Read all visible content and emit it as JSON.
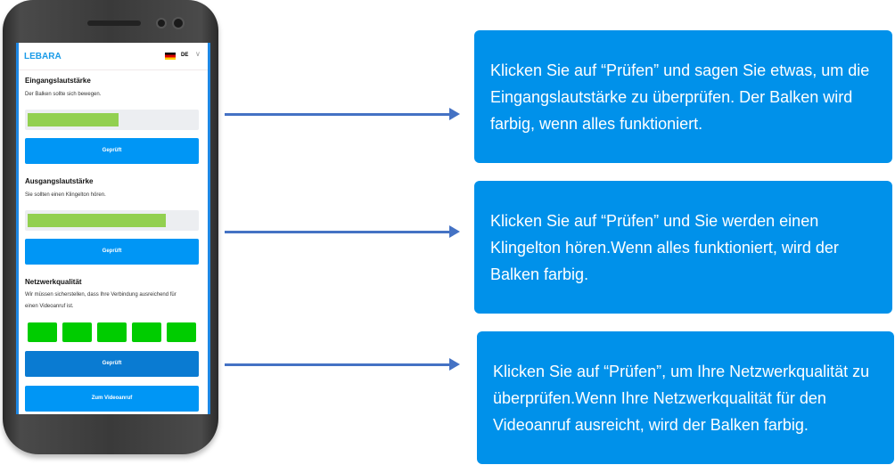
{
  "app": {
    "logo": "LEBARA",
    "language": "DE"
  },
  "input": {
    "title": "Eingangslautstärke",
    "subtitle": "Der Balken sollte sich bewegen.",
    "level_percent": 54,
    "button": "Geprüft"
  },
  "output": {
    "title": "Ausgangslautstärke",
    "subtitle": "Sie sollten einen Klingelton hören.",
    "level_percent": 82,
    "button": "Geprüft"
  },
  "network": {
    "title": "Netzwerkqualität",
    "subtitle": "Wir müssen sicherstellen, dass Ihre Verbindung ausreichend für einen Videoanruf ist.",
    "bars_filled": 5,
    "bars_total": 5,
    "button": "Geprüft"
  },
  "video_button": "Zum Videoanruf",
  "callouts": [
    "Klicken Sie auf “Prüfen” und  sagen Sie etwas, um die Eingangslautstärke zu  überprüfen. Der Balken wird farbig, wenn alles funktioniert.",
    "Klicken Sie auf “Prüfen” und  Sie werden einen Klingelton hören.Wenn alles funktioniert, wird der Balken farbig.",
    "Klicken Sie auf “Prüfen”, um Ihre Netzwerkqualität zu überprüfen.Wenn Ihre Netzwerkqualität für den Videoanruf ausreicht, wird der Balken farbig."
  ],
  "colors": {
    "accent": "#0091ea",
    "arrow": "#4472c4",
    "level": "#92d050",
    "network": "#00cc00"
  }
}
